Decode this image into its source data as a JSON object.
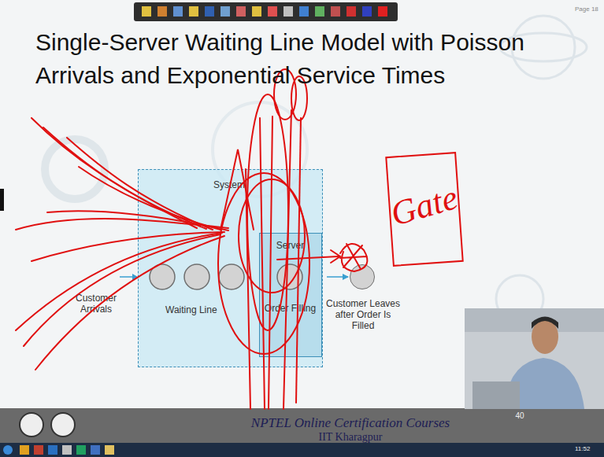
{
  "diagram": {
    "title": "Single-Server Waiting Line Model with Poisson Arrivals and Exponential Service Times",
    "nodes": [
      {
        "text": [
          "System"
        ]
      },
      {
        "text": [
          "Server",
          "Order Filling"
        ],
        "in": 0
      },
      {
        "text": [
          "Customer Leaves after Order Is Filled"
        ]
      },
      {
        "text": [
          "Gate"
        ]
      }
    ],
    "edges": [
      {
        "from": 1,
        "to": 2,
        "arrow": "to"
      }
    ],
    "labels": [
      "Customer Arrivals",
      "Waiting Line",
      "NPTEL Online Certification Courses",
      "IIT Kharagpur",
      "40",
      "Page 18",
      "11:52"
    ]
  }
}
